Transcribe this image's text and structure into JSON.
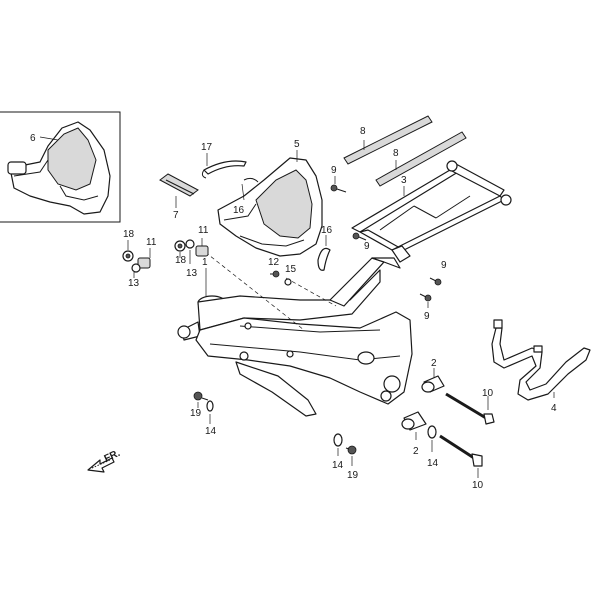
{
  "diagram": {
    "orientation_marker": "FR.",
    "colors": {
      "line": "#1a1a1a",
      "background": "#ffffff",
      "shade": "#d9d9d9"
    },
    "inset": {
      "callouts": [
        "6"
      ]
    },
    "callouts": {
      "c1": "1",
      "c2a": "2",
      "c2b": "2",
      "c3": "3",
      "c4": "4",
      "c5": "5",
      "c6": "6",
      "c7": "7",
      "c8a": "8",
      "c8b": "8",
      "c9a": "9",
      "c9b": "9",
      "c9c": "9",
      "c9d": "9",
      "c10a": "10",
      "c10b": "10",
      "c11a": "11",
      "c11b": "11",
      "c12": "12",
      "c13a": "13",
      "c13b": "13",
      "c14a": "14",
      "c14b": "14",
      "c14c": "14",
      "c15": "15",
      "c16a": "16",
      "c16b": "16",
      "c17": "17",
      "c18a": "18",
      "c18b": "18",
      "c19a": "19",
      "c19b": "19"
    }
  }
}
